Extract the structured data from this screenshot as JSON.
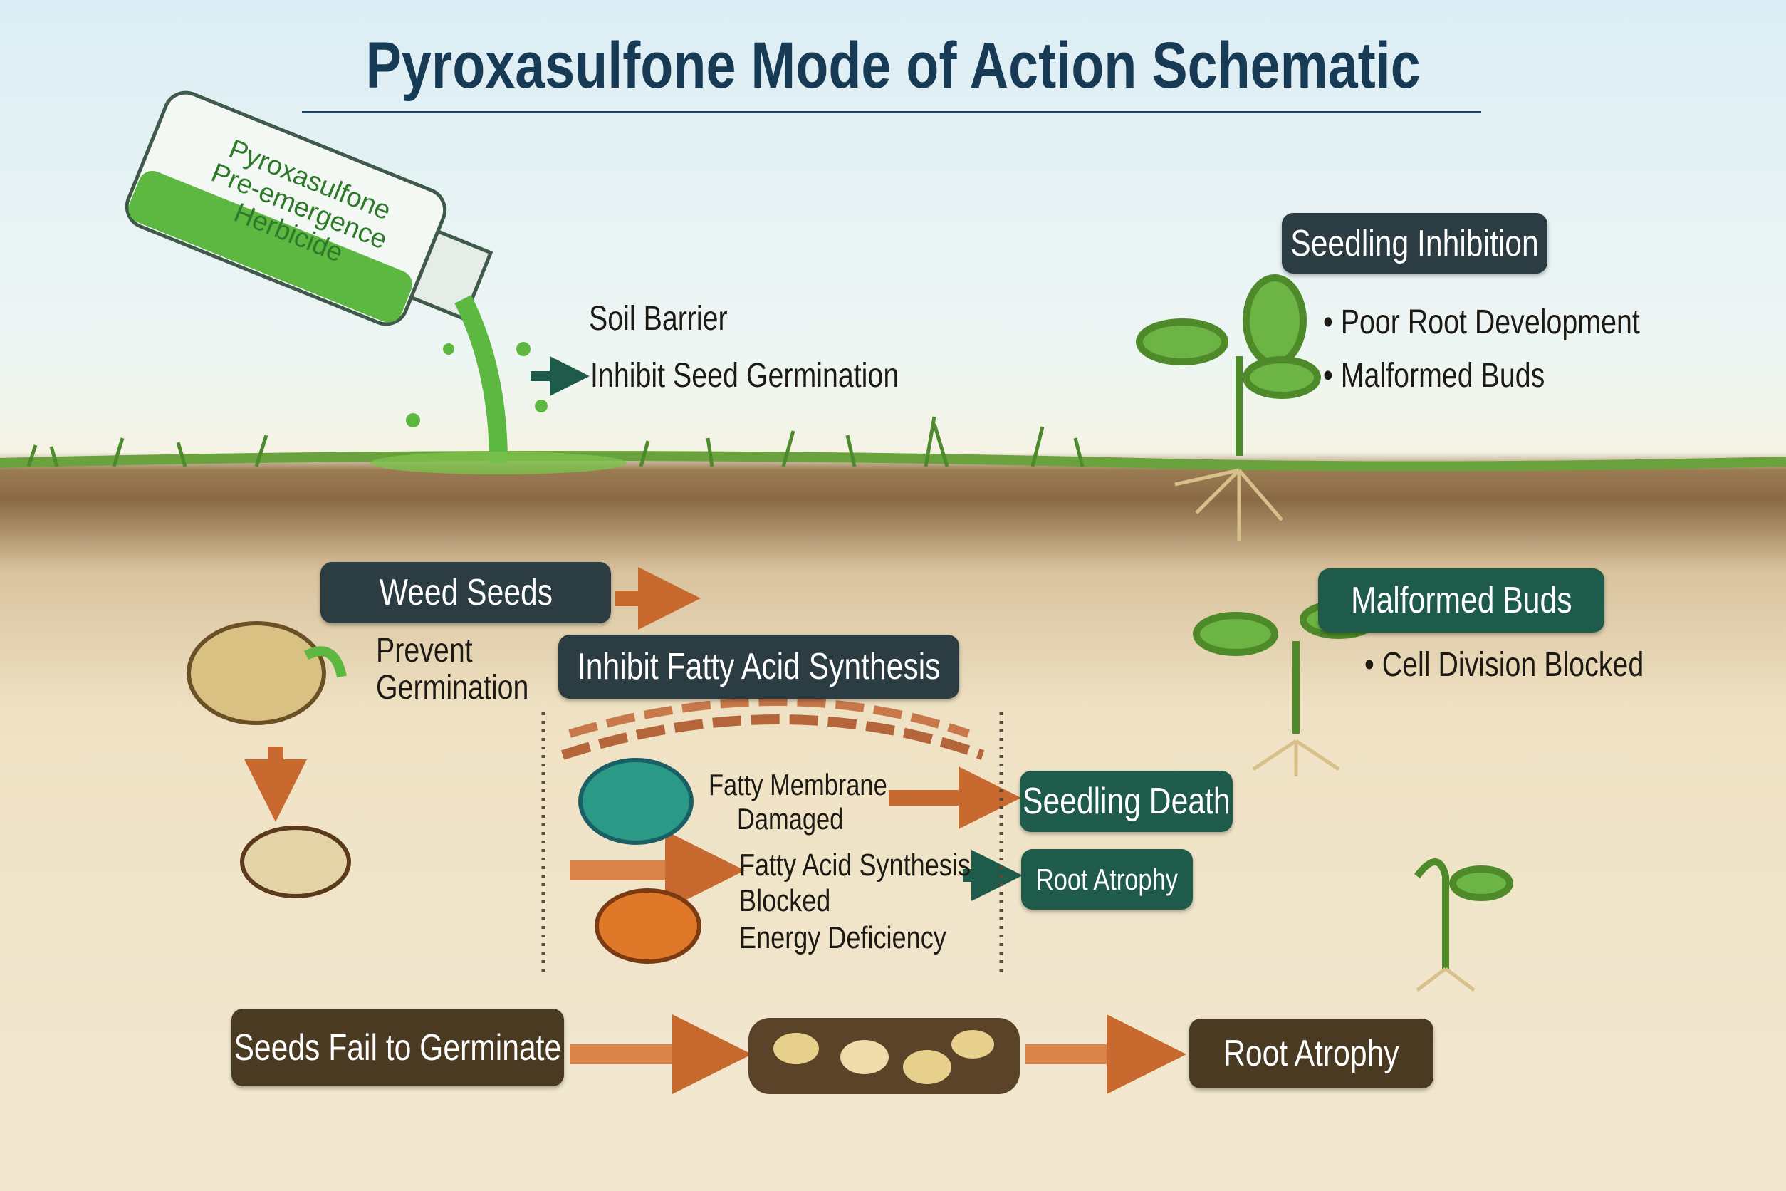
{
  "title": "Pyroxasulfone Mode of Action Schematic",
  "bottle": {
    "label_line1": "Pyroxasulfone",
    "label_line2": "Pre-emergence",
    "label_line3": "Herbicide"
  },
  "surface": {
    "soil_barrier": "Soil Barrier",
    "inhibit_germination": "Inhibit Seed Germination"
  },
  "seedling_inhibition": {
    "heading": "Seedling Inhibition",
    "bullets": [
      "Poor Root Development",
      "Malformed Buds"
    ]
  },
  "weed_seeds": {
    "heading": "Weed Seeds",
    "note_line1": "Prevent",
    "note_line2": "Germination"
  },
  "fatty_acid": {
    "heading": "Inhibit Fatty Acid Synthesis",
    "membrane_line1": "Fatty Membrane",
    "membrane_line2": "Damaged",
    "synthesis_line1": "Fatty Acid Synthesis",
    "synthesis_line2": "Blocked",
    "energy": "Energy Deficiency"
  },
  "outcomes": {
    "seedling_death": "Seedling Death",
    "root_atrophy_green": "Root Atrophy"
  },
  "malformed_buds": {
    "heading": "Malformed Buds",
    "bullet": "Cell Division Blocked"
  },
  "bottom": {
    "seeds_fail": "Seeds Fail to Germinate",
    "root_atrophy": "Root Atrophy"
  },
  "colors": {
    "title": "#173a55",
    "slate": "#2b3c42",
    "green": "#1f5b4b",
    "brown": "#4a3a22",
    "arrow_orange": "#c8692f",
    "arrow_teal": "#1f5b4b"
  }
}
